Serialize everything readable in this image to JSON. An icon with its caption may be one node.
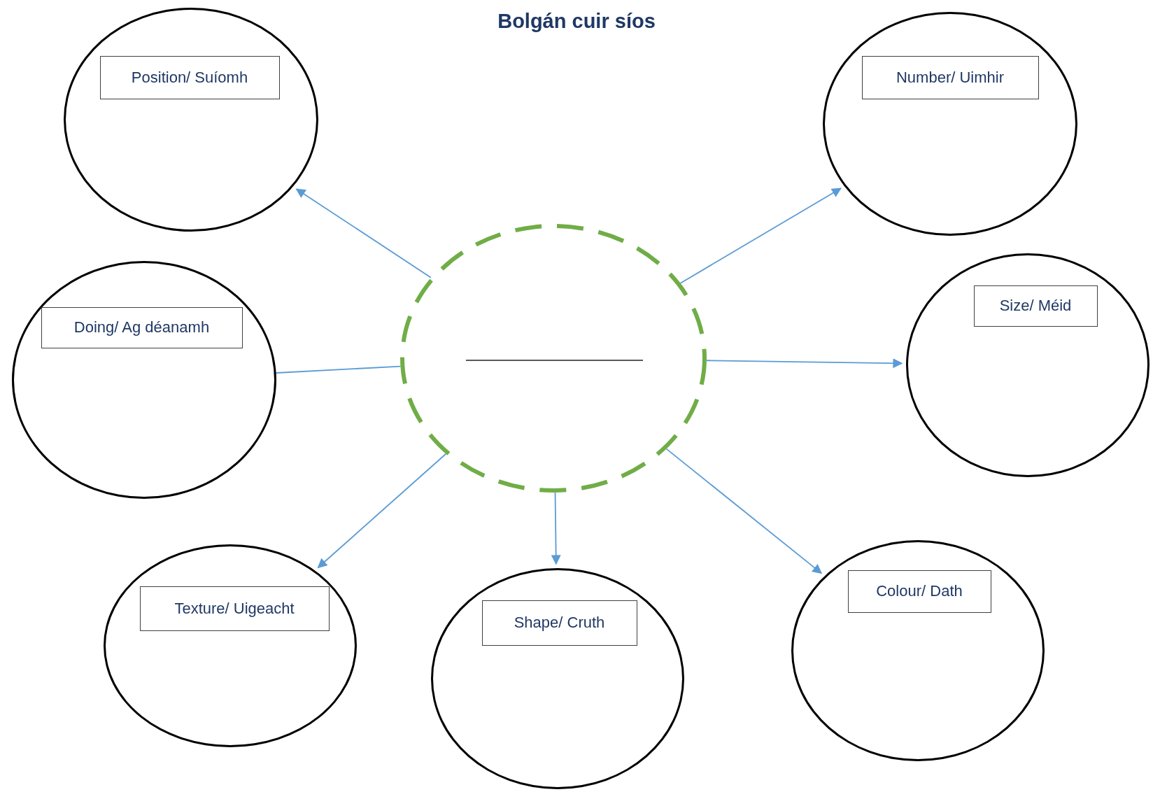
{
  "diagram": {
    "title": "Bolgán cuir síos",
    "nodes": [
      {
        "text": [
          "Position/ Suíomh"
        ]
      },
      {
        "text": [
          "Number/ Uimhir"
        ]
      },
      {
        "text": [
          "Doing/ Ag déanamh"
        ]
      },
      {
        "text": [],
        "shape": "circle"
      },
      {
        "text": [
          "Size/ Méid"
        ]
      },
      {
        "text": [
          "Texture/ Uigeacht"
        ]
      },
      {
        "text": [
          "Shape/ Cruth"
        ]
      },
      {
        "text": [
          "Colour/ Dath"
        ]
      }
    ],
    "edges": [
      {
        "from": 3,
        "to": 0,
        "arrow": "to"
      },
      {
        "from": 3,
        "to": 1,
        "arrow": "to"
      },
      {
        "from": 3,
        "to": 2,
        "arrow": "none"
      },
      {
        "from": 3,
        "to": 4,
        "arrow": "to"
      },
      {
        "from": 3,
        "to": 5,
        "arrow": "to"
      },
      {
        "from": 3,
        "to": 6,
        "arrow": "to"
      },
      {
        "from": 3,
        "to": 7,
        "arrow": "to"
      }
    ]
  }
}
